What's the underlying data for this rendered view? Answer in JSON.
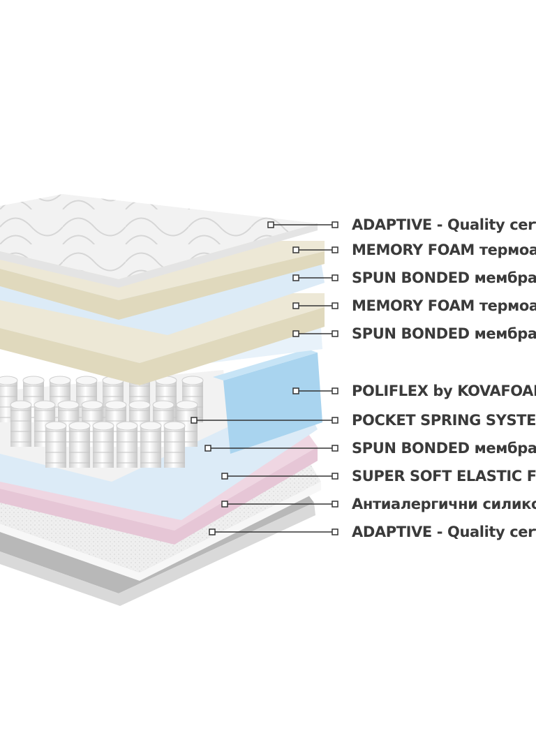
{
  "labels": [
    "ADAPTIVE - Quality certif",
    "MEMORY FOAM термоal",
    "SPUN BONDED мембрана",
    "MEMORY FOAM термоal",
    "SPUN BONDED мембрана",
    "POLIFLEX by KOVAFOAM -",
    "POCKET SPRING SYSTEM",
    "SPUN BONDED мембрана",
    "SUPER SOFT ELASTIC FOA",
    "Антиалергични силико",
    "ADAPTIVE - Quality certif"
  ],
  "colors": {
    "label_text": "#3a3a3a",
    "leader_line": "#333333",
    "quilted_cover": "#f2f2f2",
    "memory_foam": "#e9e4cf",
    "spun_bonded": "#dcebf7",
    "poliflex_foam": "#a9d4ef",
    "springs": "#efefef",
    "super_soft_foam": "#efd6e2",
    "silicone_fiber": "#ececec",
    "bottom_cover": "#b8b8b8"
  }
}
